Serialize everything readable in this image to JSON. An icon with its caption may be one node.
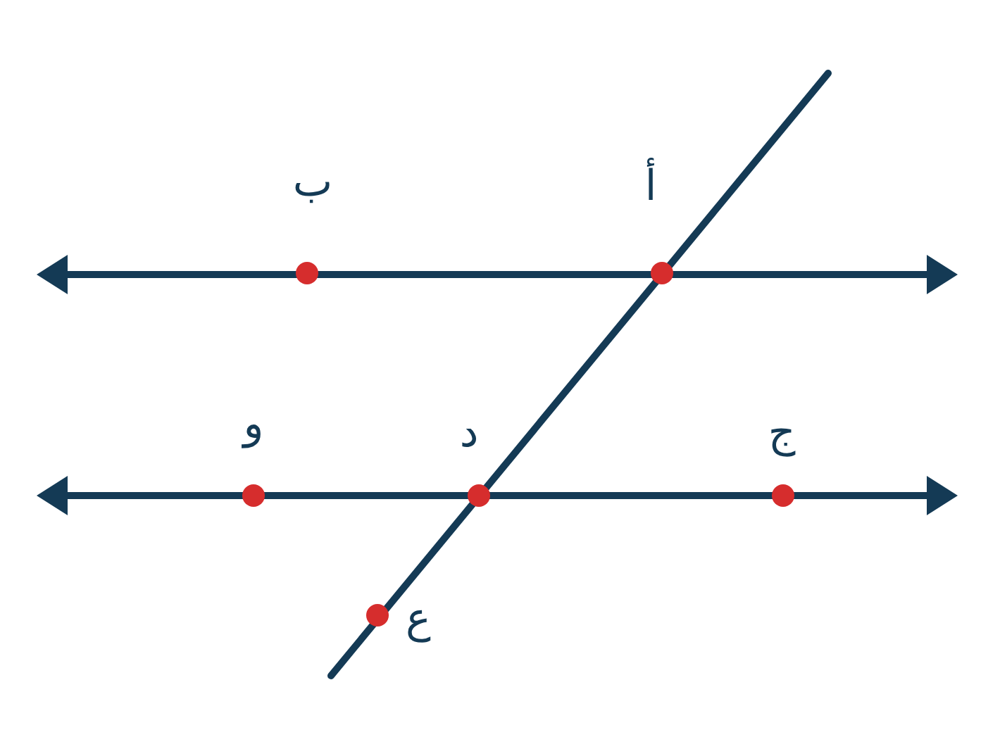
{
  "diagram": {
    "labels": [
      "ب",
      "أ",
      "و",
      "د",
      "ج",
      "ع"
    ]
  }
}
